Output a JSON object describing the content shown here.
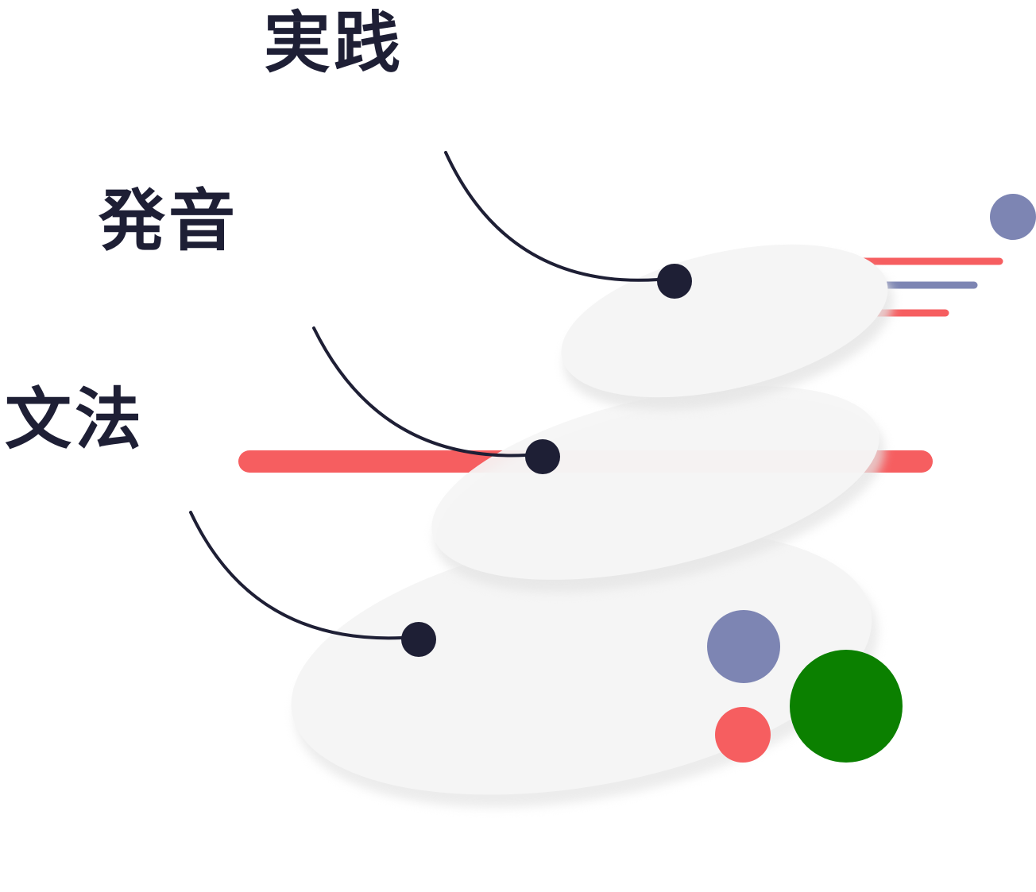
{
  "labels": {
    "practice": "実践",
    "pronunciation": "発音",
    "grammar": "文法"
  },
  "colors": {
    "text": "#1e1f35",
    "line": "#1e1f35",
    "stone": "#f5f5f5",
    "stone_shadow": "#e4e4e4",
    "accent_red": "#f65e60",
    "accent_slate": "#7d85b3",
    "accent_green": "#0b8000"
  },
  "icons": {
    "connector_dot": "filled-circle"
  }
}
